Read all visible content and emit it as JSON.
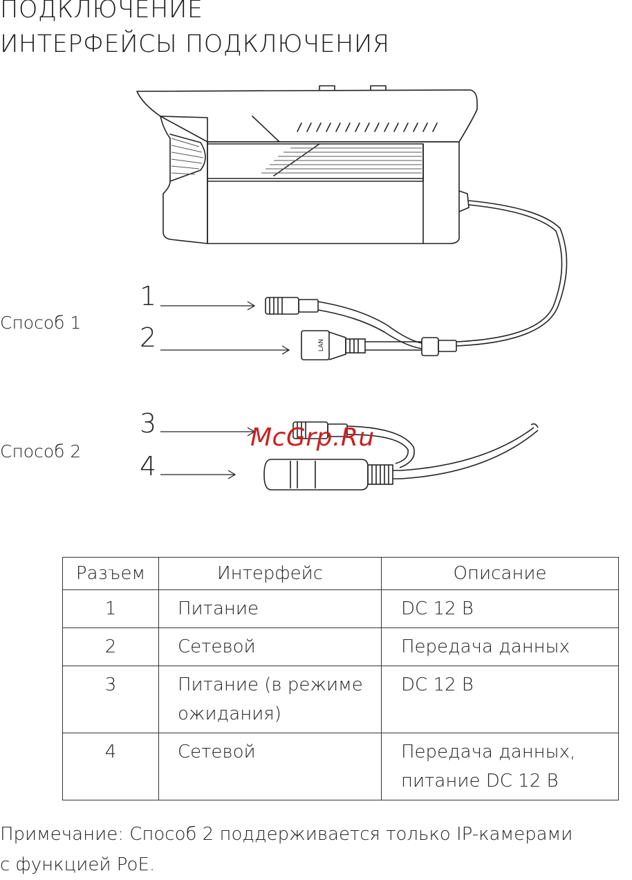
{
  "header": {
    "line1": "ПОДКЛЮЧЕНИЕ",
    "line2": "ИНТЕРФЕЙСЫ ПОДКЛЮЧЕНИЯ"
  },
  "diagram": {
    "method1": "Способ 1",
    "method2": "Способ 2",
    "callouts": [
      "1",
      "2",
      "3",
      "4"
    ],
    "lan_label": "LAN",
    "watermark": "McGrp.Ru"
  },
  "table": {
    "headers": [
      "Разъем",
      "Интерфейс",
      "Описание"
    ],
    "rows": [
      {
        "connector": "1",
        "interface": "Питание",
        "description": "DC 12 В"
      },
      {
        "connector": "2",
        "interface": "Сетевой",
        "description": "Передача данных"
      },
      {
        "connector": "3",
        "interface": "Питание (в режиме ожидания)",
        "description": "DC 12 В"
      },
      {
        "connector": "4",
        "interface": "Сетевой",
        "description": "Передача данных, питание DC 12 В"
      }
    ]
  },
  "note": {
    "line1": "Примечание: Способ 2 поддерживается только IP-камерами",
    "line2": "с функцией PoE."
  }
}
